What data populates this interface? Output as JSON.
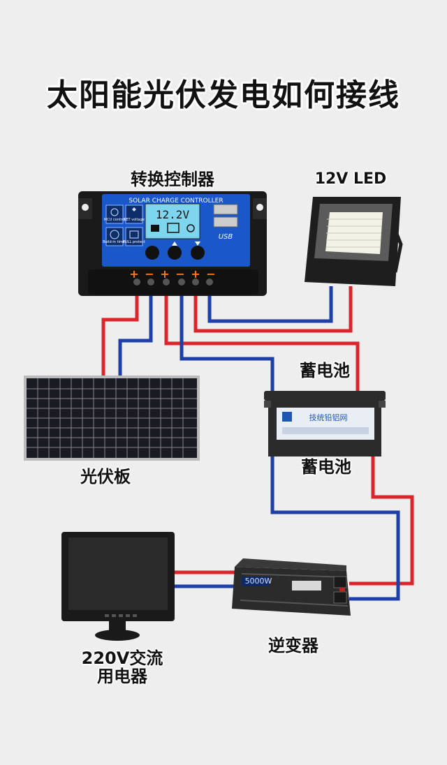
{
  "title": "太阳能光伏发电如何接线",
  "labels": {
    "controller": "转换控制器",
    "led": "12V  LED",
    "battery_top": "蓄电池",
    "battery_bottom": "蓄电池",
    "solar_panel": "光伏板",
    "inverter": "逆变器",
    "appliance_line1": "220V交流",
    "appliance_line2": "用电器"
  },
  "controller_panel": {
    "brand": "SOLAR CHARGE CONTROLLER",
    "lcd_value": "12.2V",
    "usb_label": "USB",
    "icon_labels": [
      "MCU control",
      "SET voltage",
      "Build-in timer",
      "FULL protect"
    ],
    "terminal_signs": [
      "+",
      "−",
      "+",
      "−",
      "+",
      "−"
    ]
  },
  "battery_panel": {
    "brand": "技统铅铝网"
  },
  "inverter_panel": {
    "model": "5000W"
  },
  "wire_colors": {
    "positive": "#d9252b",
    "negative": "#1f3fa8"
  }
}
